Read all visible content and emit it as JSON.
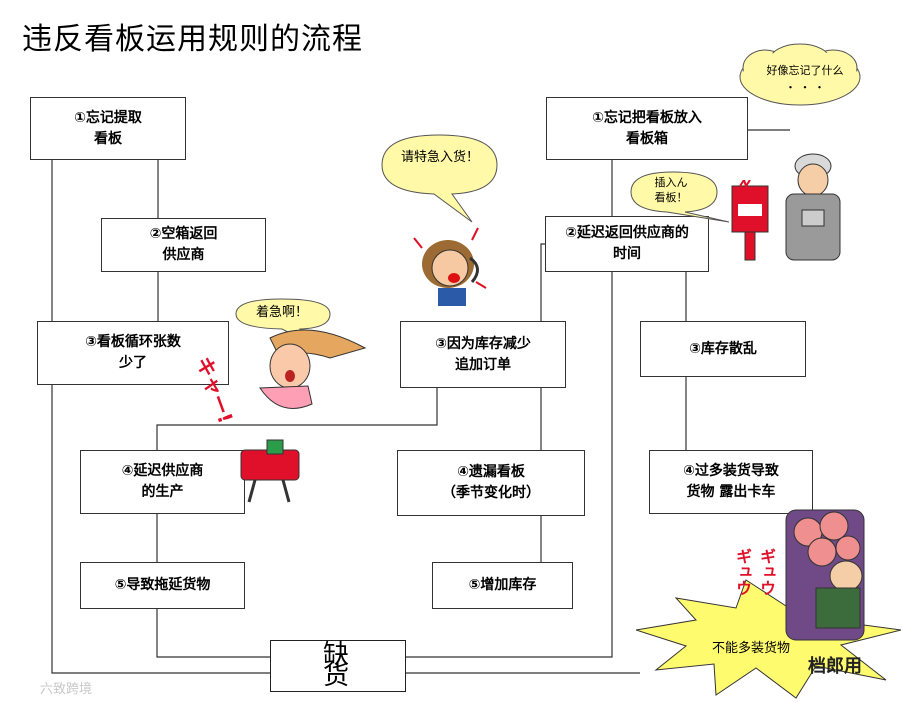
{
  "title": "违反看板运用规则的流程",
  "boxes": {
    "l1": "①忘记提取\n看板",
    "l2": "②空箱返回\n供应商",
    "l3": "③看板循环张数\n少了",
    "l4": "④延迟供应商\n的生产",
    "l5": "⑤导致拖延货物",
    "m3": "③因为库存减少\n追加订单",
    "m4": "④遗漏看板\n（季节变化时）",
    "m5": "⑤增加库存",
    "r1": "①忘记把看板放入\n看板箱",
    "r2": "②延迟返回供应商的\n时间",
    "r3": "③库存散乱",
    "r4": "④过多装货导致\n货物  露出卡车",
    "shortage": "缺 货"
  },
  "bubbles": {
    "think": "好像忘记了什么\n・ ・ ・",
    "rush_in": "请特急入货！",
    "insert": "插入ん\n看板！",
    "hurry": "着急啊！",
    "cannot_load": "不能多装货物"
  },
  "sfx": {
    "kya": "キャー!",
    "gyu": "ギュウ ギュウ"
  },
  "watermarks": {
    "left": "六致跨境",
    "right": "档郎用"
  },
  "colors": {
    "bubble_fill": "#fff9a8",
    "starburst_fill": "#fffb6e",
    "signal_red": "#e0102a"
  }
}
